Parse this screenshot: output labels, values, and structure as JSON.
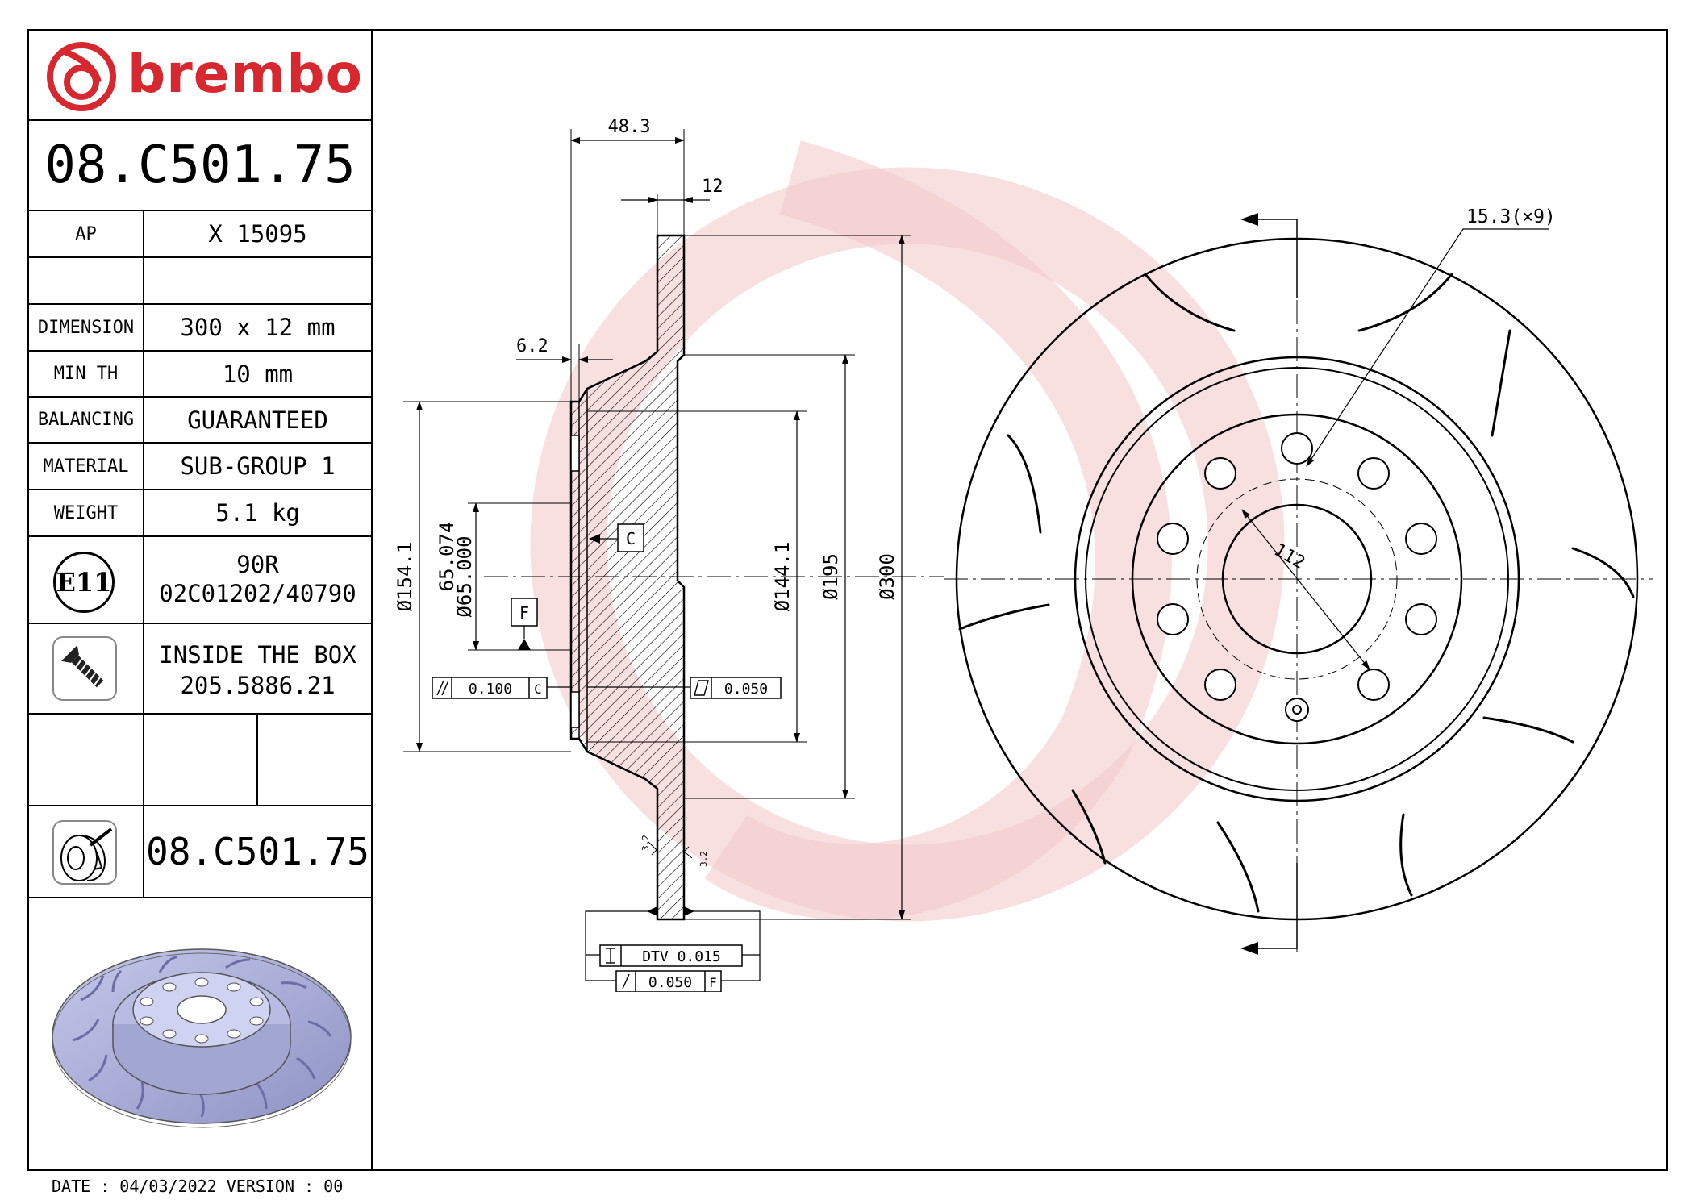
{
  "brand": {
    "name": "brembo",
    "color": "#d7282f"
  },
  "part_number": "08.C501.75",
  "ap": {
    "label": "AP",
    "value": "X 15095"
  },
  "specs": [
    {
      "key": "dimension",
      "label": "DIMENSION",
      "value": "300 x 12 mm"
    },
    {
      "key": "min_th",
      "label": "MIN TH",
      "value": "10 mm"
    },
    {
      "key": "balancing",
      "label": "BALANCING",
      "value": "GUARANTEED"
    },
    {
      "key": "material",
      "label": "MATERIAL",
      "value": "SUB-GROUP 1"
    },
    {
      "key": "weight",
      "label": "WEIGHT",
      "value": "5.1 kg"
    }
  ],
  "approval": {
    "mark": "E11",
    "regulation": "90R",
    "number": "02C01202/40790"
  },
  "box": {
    "line1": "INSIDE THE BOX",
    "line2": "205.5886.21"
  },
  "kit_part_number": "08.C501.75",
  "footer": "DATE : 04/03/2022 VERSION : 00",
  "dimensions": {
    "overall_height": "48.3",
    "disc_thickness": "12",
    "hat_thickness": "6.2",
    "d_154": "Ø154.1",
    "d_hub_max": "65.074",
    "d_hub_min": "Ø65.000",
    "d_144": "Ø144.1",
    "d_195": "Ø195",
    "d_300": "Ø300",
    "hole_dia": "15.3(×9)",
    "pcd": "112",
    "datum_c": "C",
    "datum_f": "F",
    "parallelism": "0.100",
    "flatness": "0.050",
    "dtv": "DTV 0.015",
    "runout": "0.050",
    "roughness": "3.2"
  }
}
